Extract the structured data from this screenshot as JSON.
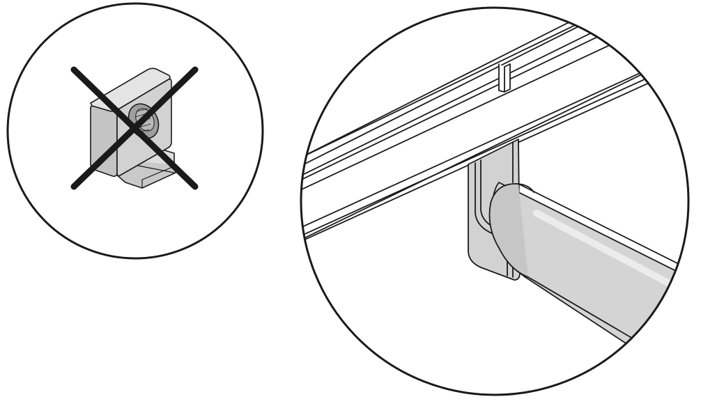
{
  "figure": {
    "panels": [
      {
        "id": "left-panel",
        "depicts": "clip-part",
        "crossed_out": true
      },
      {
        "id": "right-panel",
        "depicts": "rail-and-tube-closeup",
        "crossed_out": false
      }
    ]
  },
  "colors": {
    "outline": "#1a1a1a",
    "background": "#ffffff",
    "part_fill": "#d4d4d4",
    "part_shade": "#b3b3b3",
    "part_light": "#e6e6e6",
    "cross": "#1a1a1a"
  }
}
